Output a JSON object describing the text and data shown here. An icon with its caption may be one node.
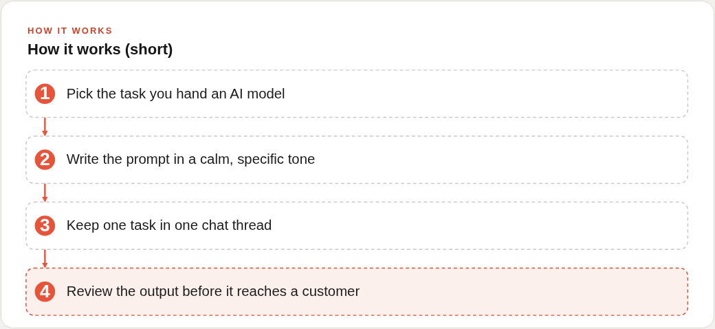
{
  "diagram": {
    "title": "How it works (short)",
    "nodes": [
      {
        "text": [
          "Pick the task you hand an AI model"
        ]
      },
      {
        "text": [
          "1"
        ],
        "in": 0
      },
      {
        "text": [
          "Write the prompt in a calm, specific tone"
        ]
      },
      {
        "text": [
          "2"
        ],
        "in": 2
      },
      {
        "text": [
          "Keep one task in one chat thread"
        ]
      },
      {
        "text": [
          "3"
        ],
        "in": 4
      },
      {
        "text": [
          "Review the output before it reaches a customer"
        ]
      },
      {
        "text": [
          "4"
        ],
        "in": 6
      }
    ],
    "edges": [
      {
        "from": 0,
        "to": 2,
        "arrow": "to"
      },
      {
        "from": 2,
        "to": 4,
        "arrow": "to"
      },
      {
        "from": 4,
        "to": 6,
        "arrow": "to"
      }
    ],
    "labels": [
      "HOW IT WORKS"
    ]
  }
}
